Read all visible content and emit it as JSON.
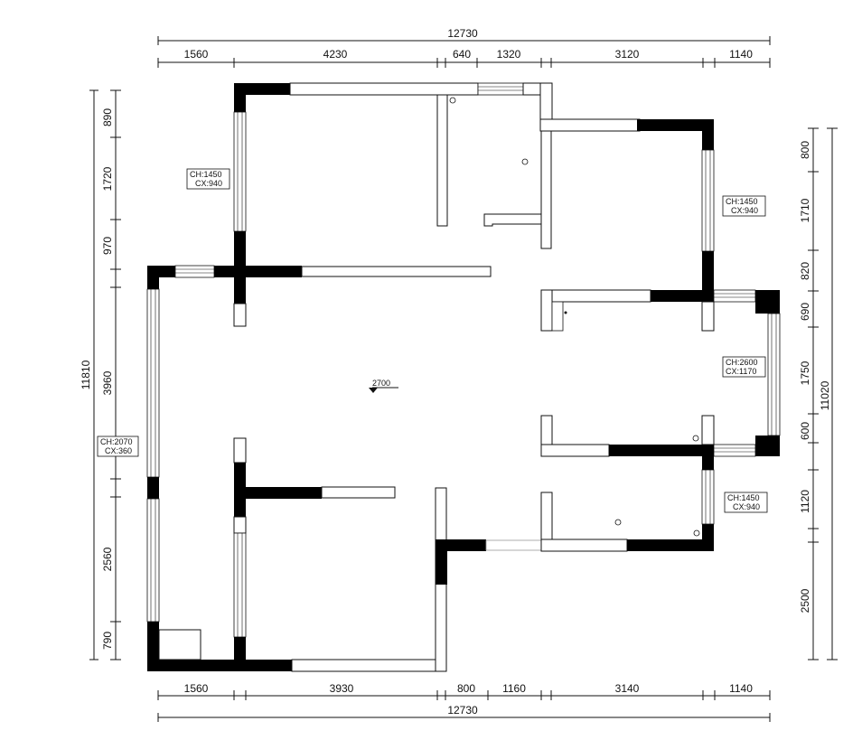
{
  "dimensions": {
    "top_total": "12730",
    "top_segments": [
      "1560",
      "4230",
      "640",
      "1320",
      "3120",
      "1140"
    ],
    "bottom_total": "12730",
    "bottom_segments": [
      "1560",
      "3930",
      "800",
      "1160",
      "3140",
      "1140"
    ],
    "left_total": "11810",
    "left_segments": [
      "890",
      "1720",
      "970",
      "3960",
      "2560",
      "790"
    ],
    "right_total": "11020",
    "right_segments": [
      "800",
      "1710",
      "820",
      "690",
      "1750",
      "600",
      "1120",
      "2500"
    ]
  },
  "window_tags": [
    {
      "ch": "CH:1450",
      "cx": "CX:940"
    },
    {
      "ch": "CH:1450",
      "cx": "CX:940"
    },
    {
      "ch": "CH:2600",
      "cx": "CX:1170"
    },
    {
      "ch": "CH:2070",
      "cx": "CX:360"
    },
    {
      "ch": "CH:1450",
      "cx": "CX:940"
    }
  ],
  "elevation_label": "2700"
}
